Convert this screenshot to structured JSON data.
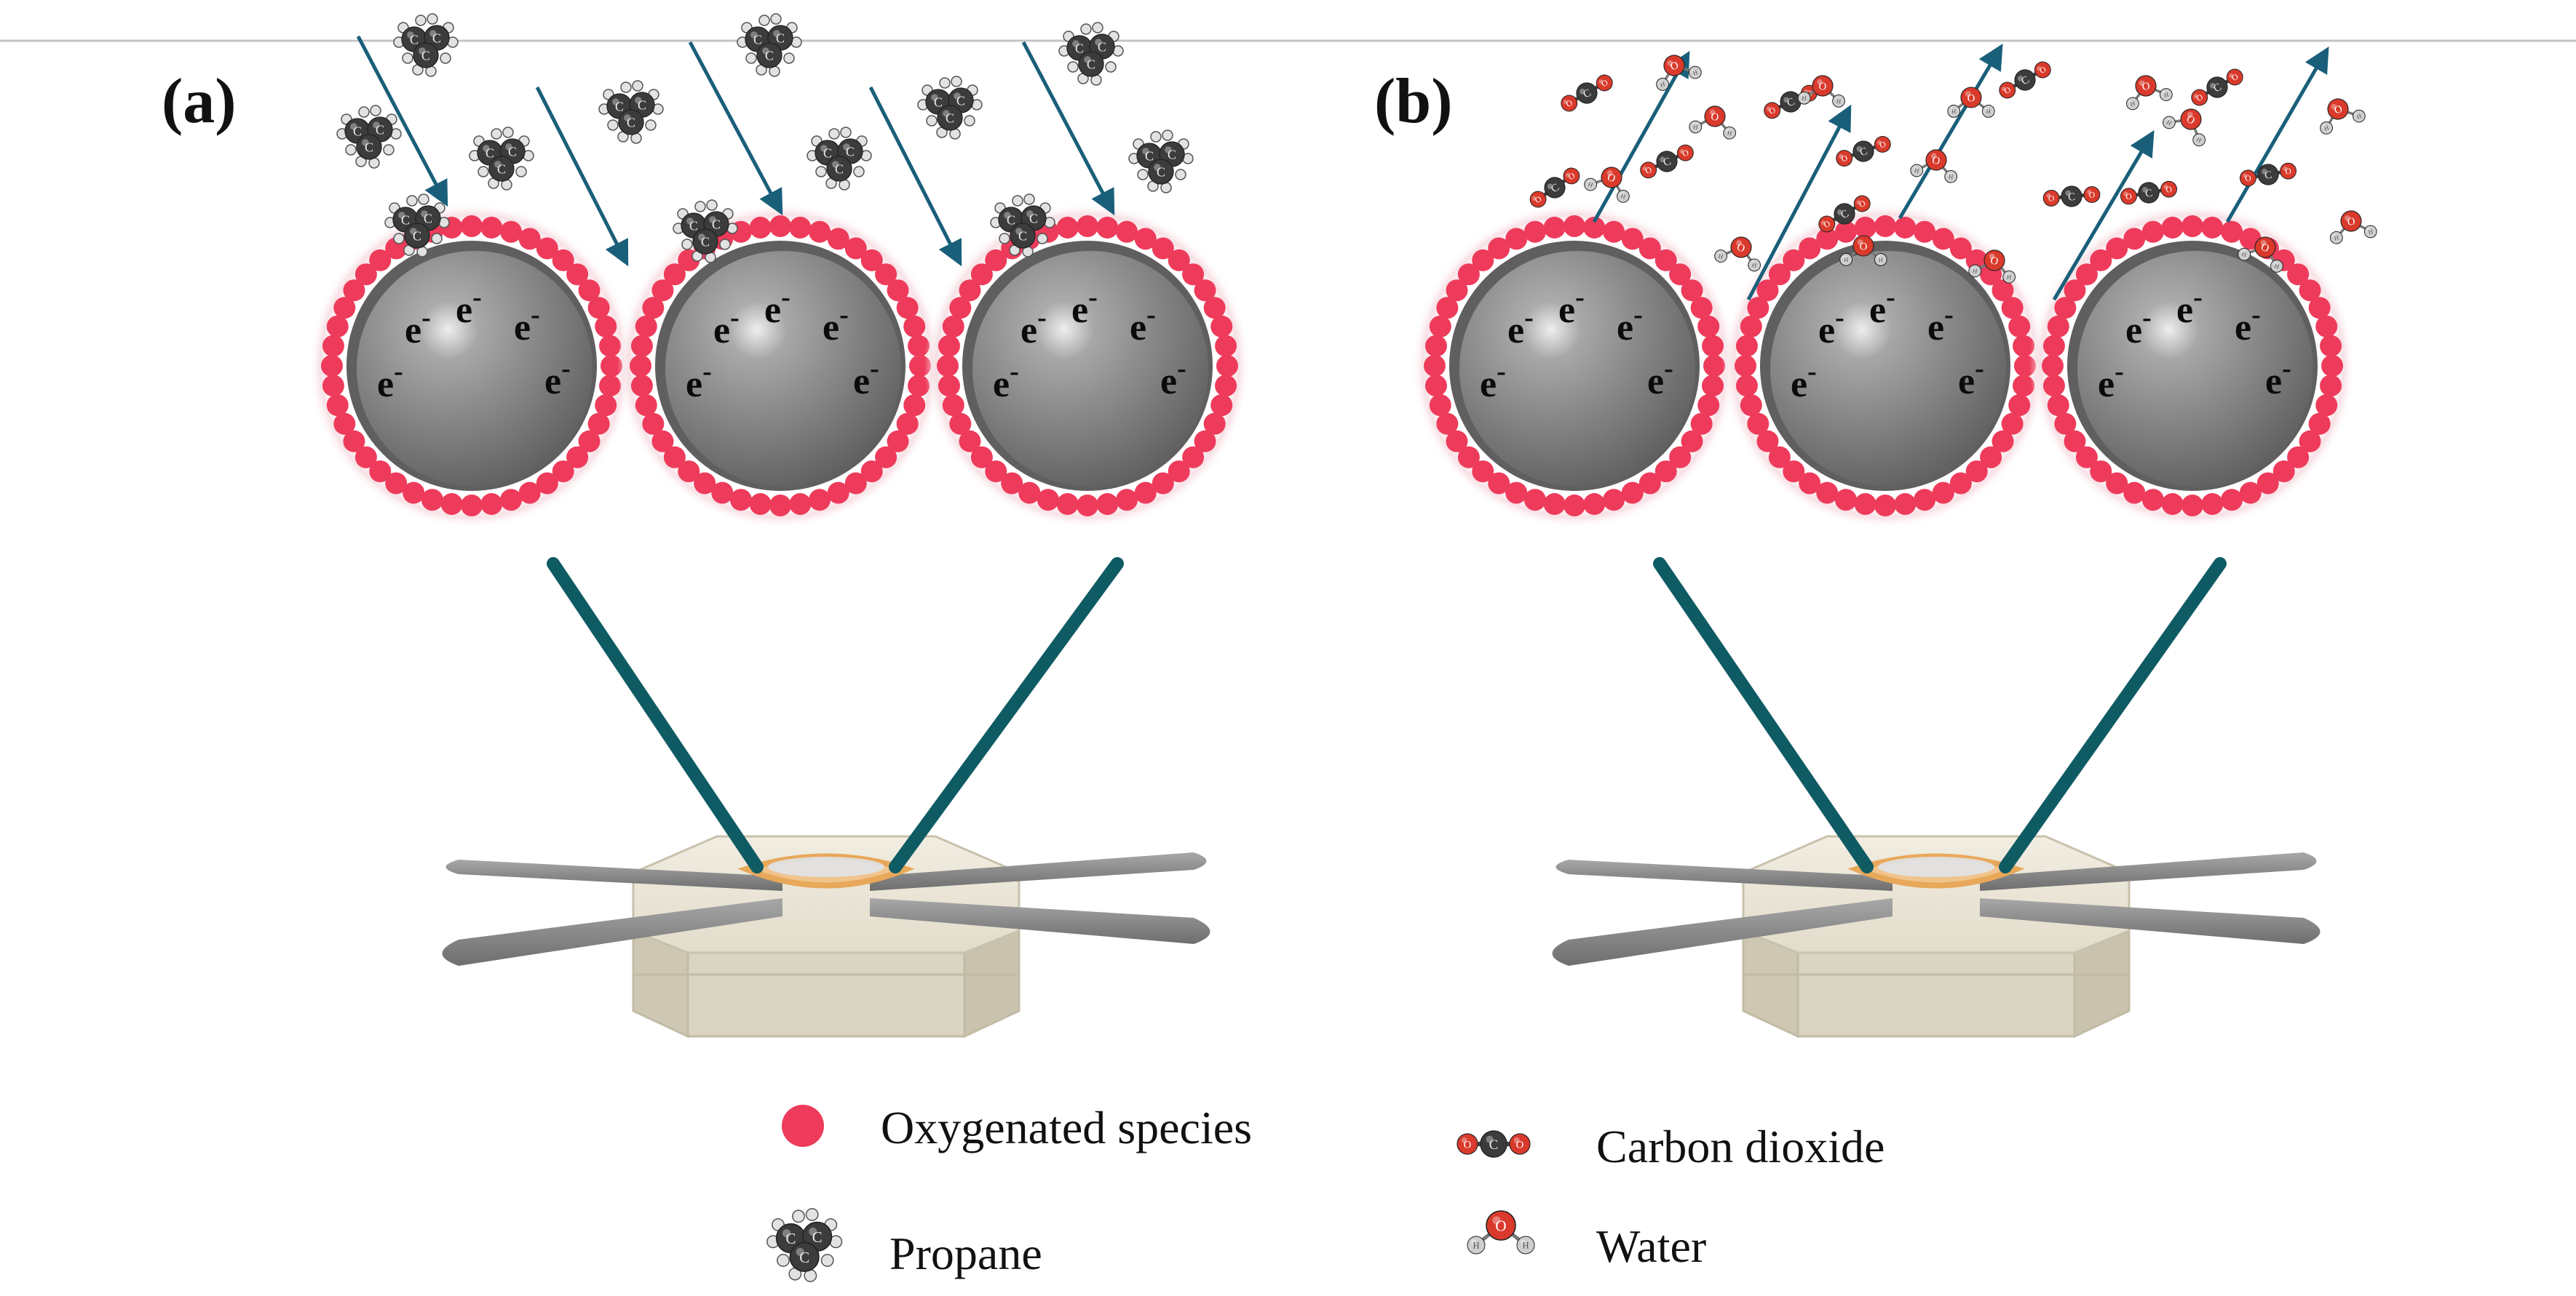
{
  "panels": [
    {
      "id": "a",
      "label": "(a)",
      "electron": "e",
      "electron_charge": "-"
    },
    {
      "id": "b",
      "label": "(b)",
      "electron": "e",
      "electron_charge": "-"
    }
  ],
  "atoms": {
    "carbon": "C",
    "oxygen": "O",
    "hydrogen": "H"
  },
  "legend": {
    "oxygenated": "Oxygenated species",
    "propane": "Propane",
    "co2": "Carbon dioxide",
    "water": "Water"
  },
  "colors": {
    "oxygen_red": "#d93a2b",
    "carbon_dark": "#3c3c3c",
    "hydrogen_grey": "#cfcfcf",
    "shell_pink": "#ee3b5b",
    "arrow_teal": "#1a5f7a",
    "probe_teal": "#0f5b64",
    "sphere_grey": "#7c7c7c"
  }
}
